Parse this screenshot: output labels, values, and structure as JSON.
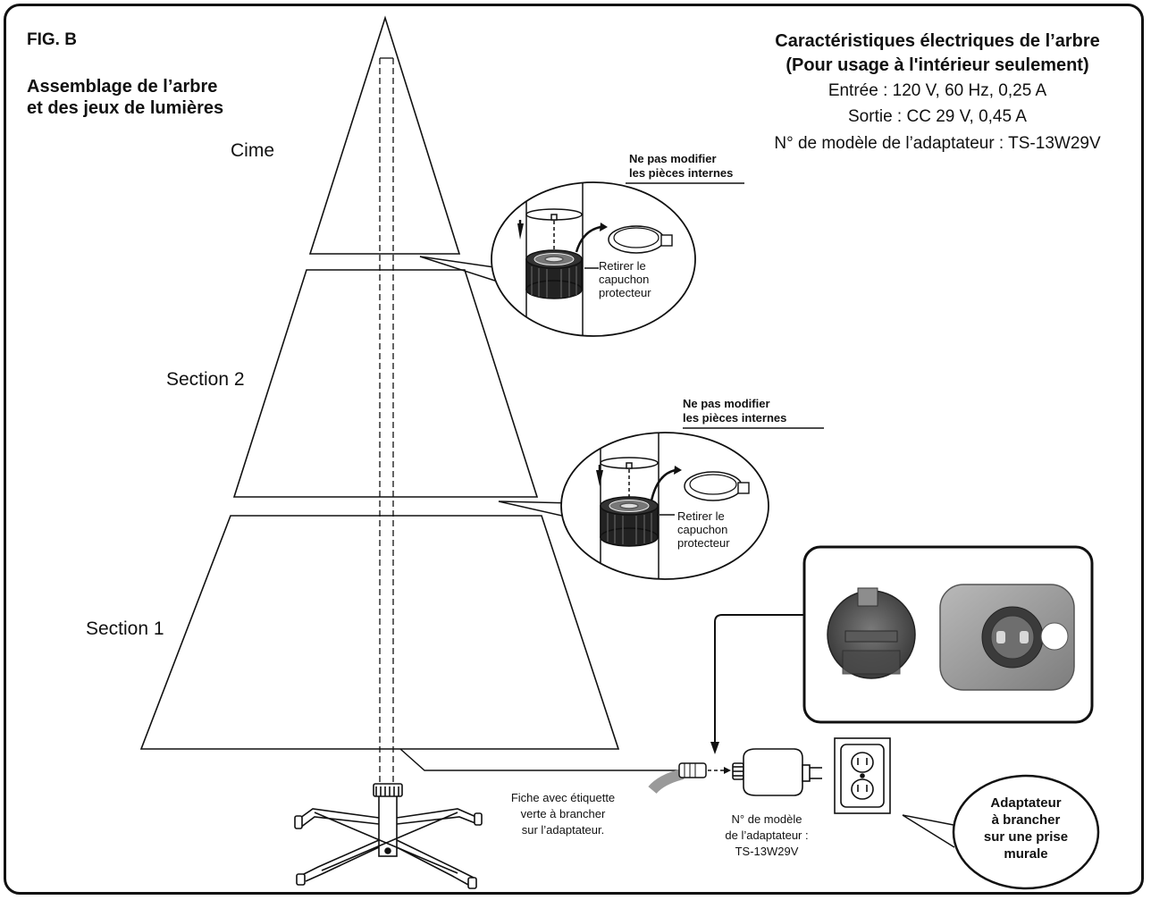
{
  "figure": {
    "label": "FIG. B",
    "title_line1": "Assemblage de l’arbre",
    "title_line2": "et des jeux de lumières"
  },
  "specs": {
    "title_line1": "Caractéristiques électriques de l’arbre",
    "title_line2": "(Pour usage à l'intérieur seulement)",
    "input": "Entrée : 120 V, 60 Hz, 0,25 A",
    "output": "Sortie : CC 29 V, 0,45 A",
    "model": "N° de modèle de l’adaptateur : TS-13W29V"
  },
  "sections": {
    "top": "Cime",
    "middle": "Section 2",
    "bottom": "Section 1"
  },
  "callout_upper": {
    "warning_line1": "Ne pas modifier",
    "warning_line2": "les pièces internes",
    "remove_line1": "Retirer le",
    "remove_line2": "capuchon",
    "remove_line3": "protecteur"
  },
  "callout_lower": {
    "warning_line1": "Ne pas modifier",
    "warning_line2": "les pièces internes",
    "remove_line1": "Retirer le",
    "remove_line2": "capuchon",
    "remove_line3": "protecteur"
  },
  "plug_note": {
    "line1": "Fiche avec étiquette",
    "line2": "verte à brancher",
    "line3": "sur l’adaptateur."
  },
  "adapter_note": {
    "line1": "N° de modèle",
    "line2": "de l’adaptateur :",
    "line3": "TS-13W29V"
  },
  "wall_bubble": {
    "line1": "Adaptateur",
    "line2": "à brancher",
    "line3": "sur une prise",
    "line4": "murale"
  },
  "colors": {
    "stroke": "#111111",
    "cap_dark": "#1a1a1a",
    "photo_bg": "#8a8a8a",
    "cord_grey": "#9a9a9a"
  }
}
